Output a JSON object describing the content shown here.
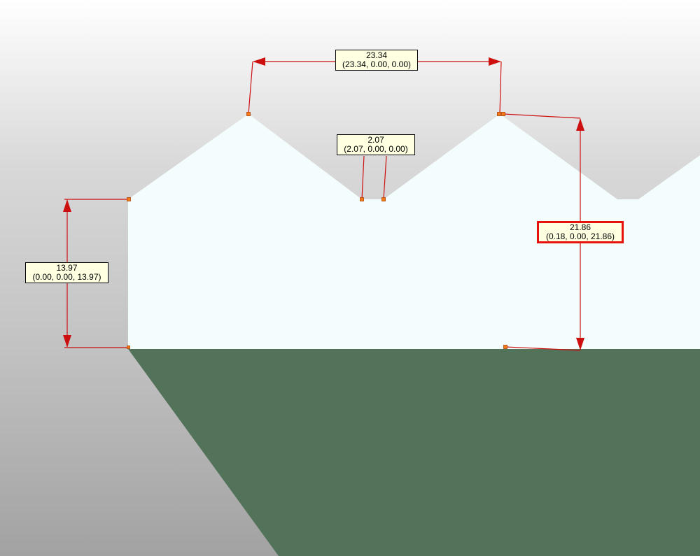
{
  "colors": {
    "building": "#f4fdfd",
    "ground": "#52735a",
    "dimension_line": "#cc1010",
    "selected_border": "#e8120c",
    "label_background": "#ffffe1",
    "vertex_marker": "#f57a1a"
  },
  "dimensions": [
    {
      "id": "width-23-34",
      "value": "23.34",
      "vector": "(23.34, 0.00, 0.00)",
      "selected": false
    },
    {
      "id": "gap-2-07",
      "value": "2.07",
      "vector": "(2.07, 0.00, 0.00)",
      "selected": false
    },
    {
      "id": "height-21-86",
      "value": "21.86",
      "vector": "(0.18, 0.00, 21.86)",
      "selected": true
    },
    {
      "id": "height-13-97",
      "value": "13.97",
      "vector": "(0.00, 0.00, 13.97)",
      "selected": false
    }
  ]
}
